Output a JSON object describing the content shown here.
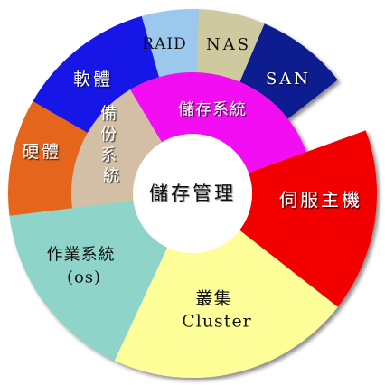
{
  "center": {
    "label": "儲存管理"
  },
  "segments": [
    {
      "id": "hardware",
      "label_lines": [
        "硬體"
      ],
      "color": "#E5651E",
      "text_color": "#ffffff"
    },
    {
      "id": "software",
      "label_lines": [
        "軟體"
      ],
      "color": "#1616E6",
      "text_color": "#ffffff"
    },
    {
      "id": "raid",
      "label_lines": [
        "RAID"
      ],
      "color": "#9CC8EE",
      "text_color": "#111111"
    },
    {
      "id": "nas",
      "label_lines": [
        "NAS"
      ],
      "color": "#CFC9A0",
      "text_color": "#111111"
    },
    {
      "id": "san",
      "label_lines": [
        "SAN"
      ],
      "color": "#0C1A8E",
      "text_color": "#ffffff"
    },
    {
      "id": "storage-system",
      "label_lines": [
        "儲存系統"
      ],
      "color": "#F20CF2",
      "text_color": "#ffffff"
    },
    {
      "id": "backup-system",
      "label_lines": [
        "備",
        "份",
        "系",
        "統"
      ],
      "color": "#D2BFA6",
      "text_color": "#ffffff"
    },
    {
      "id": "server-host",
      "label_lines": [
        "伺服主機"
      ],
      "color": "#F20000",
      "text_color": "#ffffff"
    },
    {
      "id": "cluster",
      "label_lines": [
        "叢集",
        "Cluster"
      ],
      "color": "#FFFF99",
      "text_color": "#111111"
    },
    {
      "id": "operating-system",
      "label_lines": [
        "作業系統",
        "(os)"
      ],
      "color": "#8FD4C8",
      "text_color": "#111111"
    }
  ]
}
